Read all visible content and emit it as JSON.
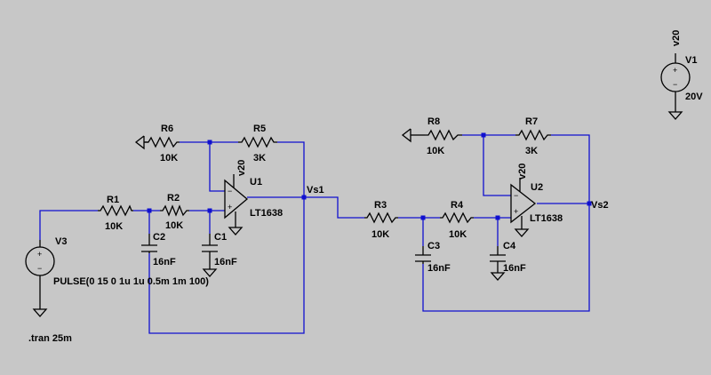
{
  "components": {
    "R1": {
      "name": "R1",
      "value": "10K"
    },
    "R2": {
      "name": "R2",
      "value": "10K"
    },
    "R3": {
      "name": "R3",
      "value": "10K"
    },
    "R4": {
      "name": "R4",
      "value": "10K"
    },
    "R5": {
      "name": "R5",
      "value": "3K"
    },
    "R6": {
      "name": "R6",
      "value": "10K"
    },
    "R7": {
      "name": "R7",
      "value": "3K"
    },
    "R8": {
      "name": "R8",
      "value": "10K"
    },
    "C1": {
      "name": "C1",
      "value": "16nF"
    },
    "C2": {
      "name": "C2",
      "value": "16nF"
    },
    "C3": {
      "name": "C3",
      "value": "16nF"
    },
    "C4": {
      "name": "C4",
      "value": "16nF"
    },
    "U1": {
      "name": "U1",
      "model": "LT1638",
      "supply": "v20"
    },
    "U2": {
      "name": "U2",
      "model": "LT1638",
      "supply": "v20"
    },
    "V1": {
      "name": "V1",
      "value": "20V",
      "net": "v20"
    },
    "V3": {
      "name": "V3",
      "value": "PULSE(0 15 0 1u 1u 0.5m 1m 100)"
    }
  },
  "nets": {
    "vs1": "Vs1",
    "vs2": "Vs2"
  },
  "directive": ".tran 25m",
  "symbols": {
    "plus": "+",
    "minus": "−"
  },
  "colors": {
    "background": "#c7c7c7",
    "wire": "#1010d0",
    "component": "#000000"
  }
}
